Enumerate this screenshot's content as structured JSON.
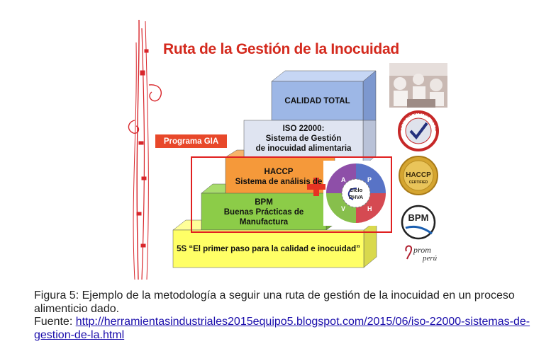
{
  "diagram": {
    "title": "Ruta de la Gestión de la Inocuidad",
    "program_label": "Programa GIA",
    "steps": [
      {
        "lines": [
          "5S “El primer paso para la calidad e inocuidad”"
        ],
        "color": "#ffff66"
      },
      {
        "lines": [
          "BPM",
          "Buenas Prácticas de",
          "Manufactura"
        ],
        "color": "#8ccc48"
      },
      {
        "lines": [
          "HACCP",
          "Sistema de análisis de"
        ],
        "color": "#f5993a"
      },
      {
        "lines": [
          "ISO 22000:",
          "Sistema de Gestión",
          "de inocuidad alimentaria"
        ],
        "color": "#dfe4f1"
      },
      {
        "lines": [
          "CALIDAD TOTAL"
        ],
        "color": "#9db7e6"
      }
    ],
    "phva": {
      "center_line1": "Ciclo",
      "center_line2": "PHVA",
      "letters": [
        "A",
        "P",
        "V",
        "H"
      ]
    },
    "logos": {
      "iso_seal_text": "CERTIFIED SYSTEM · ISO 22000 ·",
      "haccp_text": "HACCP",
      "haccp_sub": "CERTIFIED",
      "bpm_text": "BPM",
      "promperu_line1": "prom",
      "promperu_line2": "perú"
    }
  },
  "caption": {
    "text": "Figura 5: Ejemplo de la metodología a seguir una ruta de gestión de la inocuidad en un proceso alimenticio dado.",
    "source_label": "Fuente: ",
    "source_link": "http://herramientasindustriales2015equipo5.blogspot.com/2015/06/iso-22000-sistemas-de-gestion-de-la.html"
  }
}
